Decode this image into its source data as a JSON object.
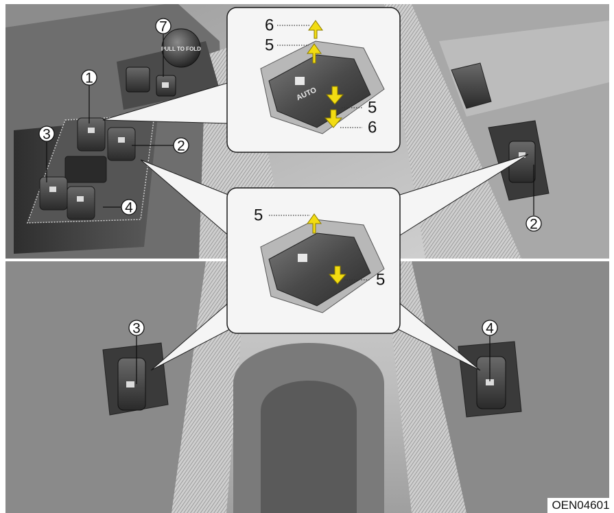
{
  "figure": {
    "code": "OEN04601",
    "callouts": {
      "driver_window_switch": "1",
      "front_passenger_window_switch": "2",
      "rear_left_window_switch": "3",
      "rear_right_window_switch": "4",
      "window_lock_switch": "7",
      "passenger_door_switch": "2",
      "rear_left_door_switch": "3",
      "rear_right_door_switch": "4"
    },
    "auto_inset": {
      "switch_text": "AUTO",
      "up_first_detent": "5",
      "up_auto_detent": "6",
      "down_first_detent": "5",
      "down_auto_detent": "6"
    },
    "manual_inset": {
      "up_detent": "5",
      "down_detent": "5"
    },
    "mirror_control_text": "PULL TO FOLD"
  },
  "colors": {
    "arrow_fill": "#f2dc12",
    "arrow_outline": "#8a7a00",
    "panel_dark": "#3c3c3c",
    "background_light": "#d4d4d4"
  }
}
